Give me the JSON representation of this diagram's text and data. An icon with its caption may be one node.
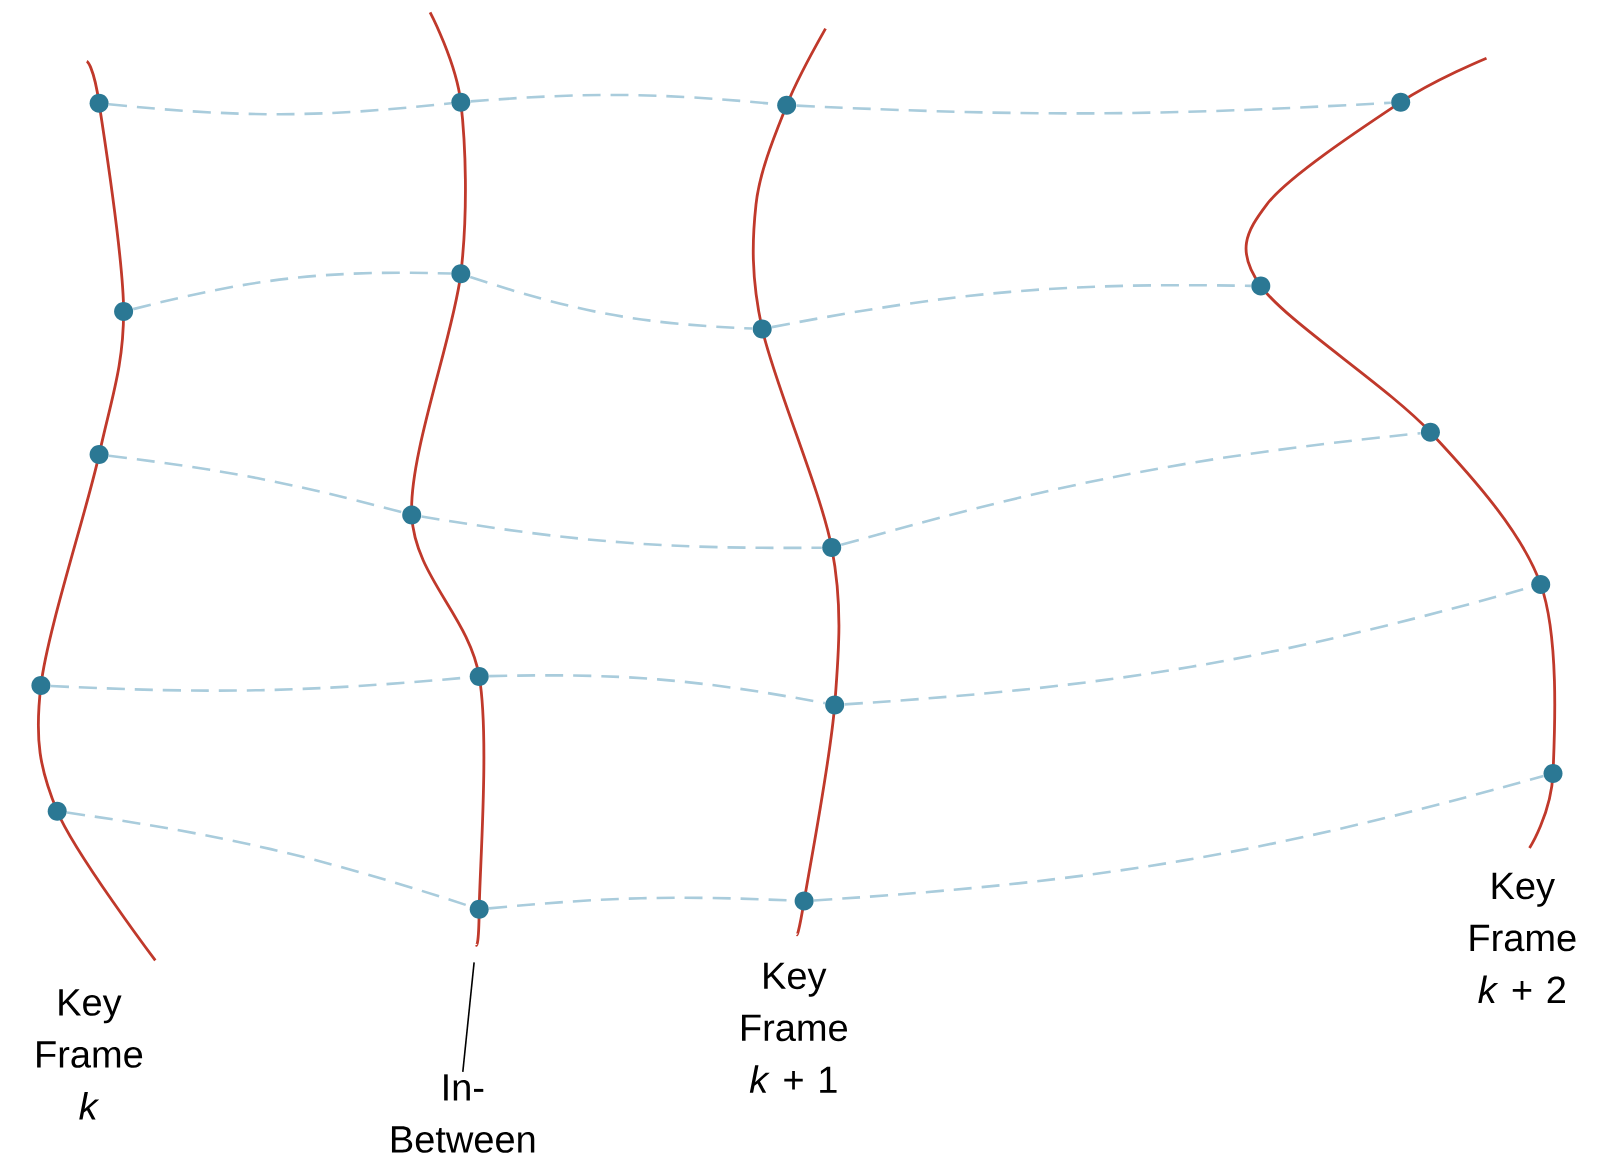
{
  "diagram": {
    "nodes": [
      {
        "text": [],
        "shape": "circle"
      },
      {
        "text": [],
        "shape": "circle"
      },
      {
        "text": [],
        "shape": "circle"
      },
      {
        "text": [],
        "shape": "circle"
      },
      {
        "text": [],
        "shape": "circle"
      },
      {
        "text": [],
        "shape": "circle"
      },
      {
        "text": [],
        "shape": "circle"
      },
      {
        "text": [],
        "shape": "circle"
      },
      {
        "text": [],
        "shape": "circle"
      },
      {
        "text": [],
        "shape": "circle"
      },
      {
        "text": [],
        "shape": "circle"
      },
      {
        "text": [],
        "shape": "circle"
      },
      {
        "text": [],
        "shape": "circle"
      },
      {
        "text": [],
        "shape": "circle"
      },
      {
        "text": [],
        "shape": "circle"
      },
      {
        "text": [],
        "shape": "circle"
      },
      {
        "text": [],
        "shape": "circle"
      },
      {
        "text": [],
        "shape": "circle"
      },
      {
        "text": [],
        "shape": "circle"
      },
      {
        "text": [],
        "shape": "circle"
      },
      {
        "text": [
          "In-Between"
        ]
      }
    ],
    "edges": [
      {
        "from": 0,
        "to": 1,
        "arrow": "none",
        "style": "dashed",
        "color": "#a9ccdc"
      },
      {
        "from": 1,
        "to": 2,
        "arrow": "none",
        "style": "dashed",
        "color": "#a9ccdc"
      },
      {
        "from": 2,
        "to": 3,
        "arrow": "none",
        "style": "dashed",
        "color": "#a9ccdc"
      },
      {
        "from": 4,
        "to": 5,
        "arrow": "none",
        "style": "dashed",
        "color": "#a9ccdc"
      },
      {
        "from": 5,
        "to": 6,
        "arrow": "none",
        "style": "dashed",
        "color": "#a9ccdc"
      },
      {
        "from": 6,
        "to": 7,
        "arrow": "none",
        "style": "dashed",
        "color": "#a9ccdc"
      },
      {
        "from": 8,
        "to": 9,
        "arrow": "none",
        "style": "dashed",
        "color": "#a9ccdc"
      },
      {
        "from": 9,
        "to": 10,
        "arrow": "none",
        "style": "dashed",
        "color": "#a9ccdc"
      },
      {
        "from": 10,
        "to": 11,
        "arrow": "none",
        "style": "dashed",
        "color": "#a9ccdc"
      },
      {
        "from": 12,
        "to": 13,
        "arrow": "none",
        "style": "dashed",
        "color": "#a9ccdc"
      },
      {
        "from": 13,
        "to": 14,
        "arrow": "none",
        "style": "dashed",
        "color": "#a9ccdc"
      },
      {
        "from": 14,
        "to": 15,
        "arrow": "none",
        "style": "dashed",
        "color": "#a9ccdc"
      },
      {
        "from": 16,
        "to": 17,
        "arrow": "none",
        "style": "dashed",
        "color": "#a9ccdc"
      },
      {
        "from": 17,
        "to": 18,
        "arrow": "none",
        "style": "dashed",
        "color": "#a9ccdc"
      },
      {
        "from": 18,
        "to": 19,
        "arrow": "none",
        "style": "dashed",
        "color": "#a9ccdc"
      },
      {
        "from": 20,
        "to": null,
        "arrow": "none",
        "color": "#000000"
      }
    ],
    "labels": [
      "Key Frame *k*",
      "Key Frame *k* + 1",
      "Key Frame *k* + 2"
    ]
  }
}
